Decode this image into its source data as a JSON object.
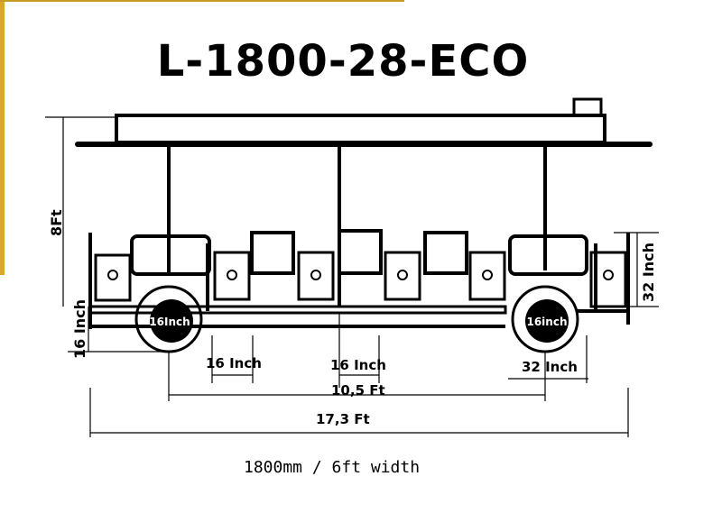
{
  "title": "L-1800-28-ECO",
  "caption": "1800mm / 6ft width",
  "dimensions": {
    "height_total": "8Ft",
    "wheel_height": "16 Inch",
    "seat_height": "32 Inch",
    "wheel_diameter_left": "16Inch",
    "wheel_diameter_right": "16inch",
    "gap_left": "16 Inch",
    "gap_center": "16 Inch",
    "wheel_width_right": "32 Inch",
    "wheelbase": "10,5 Ft",
    "total_length": "17,3 Ft"
  },
  "colors": {
    "accent": "#d8a828",
    "line": "#000000",
    "wheel_hub": "#000000"
  }
}
